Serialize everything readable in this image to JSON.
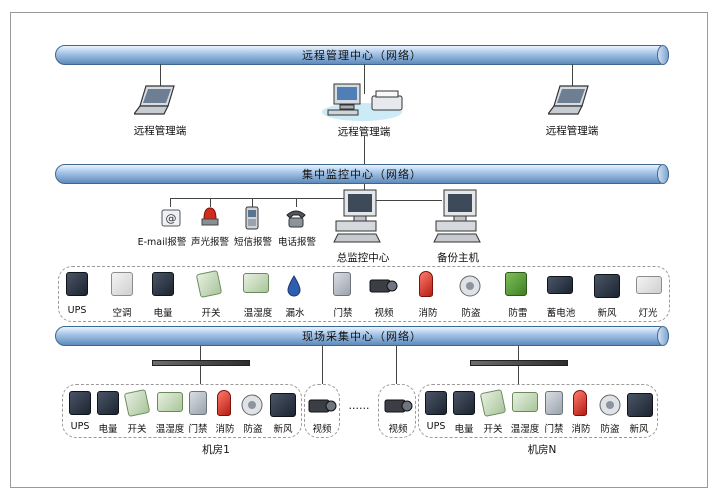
{
  "buses": {
    "remote": "远程管理中心（网络）",
    "central": "集中监控中心（网络）",
    "field": "现场采集中心（网络）"
  },
  "remote_terminals": [
    "远程管理端",
    "远程管理端",
    "远程管理端"
  ],
  "alarms": [
    "E-mail报警",
    "声光报警",
    "短信报警",
    "电话报警"
  ],
  "hosts": {
    "main": "总监控中心",
    "backup": "备份主机"
  },
  "devices": [
    "UPS",
    "空调",
    "电量",
    "开关",
    "温湿度",
    "漏水",
    "门禁",
    "视频",
    "消防",
    "防盗",
    "防雷",
    "蓄电池",
    "新风",
    "灯光"
  ],
  "room1": {
    "items": [
      "UPS",
      "电量",
      "开关",
      "温湿度",
      "门禁",
      "消防",
      "防盗",
      "新风"
    ],
    "video": "视频",
    "name": "机房1"
  },
  "ellipsis": "……",
  "roomN": {
    "video": "视频",
    "items": [
      "UPS",
      "电量",
      "开关",
      "温湿度",
      "门禁",
      "消防",
      "防盗",
      "新风"
    ],
    "name": "机房N"
  },
  "colors": {
    "bus_dark": "#3f6890",
    "bus_light": "#a7c6e8",
    "alarm_red": "#c4281b"
  }
}
